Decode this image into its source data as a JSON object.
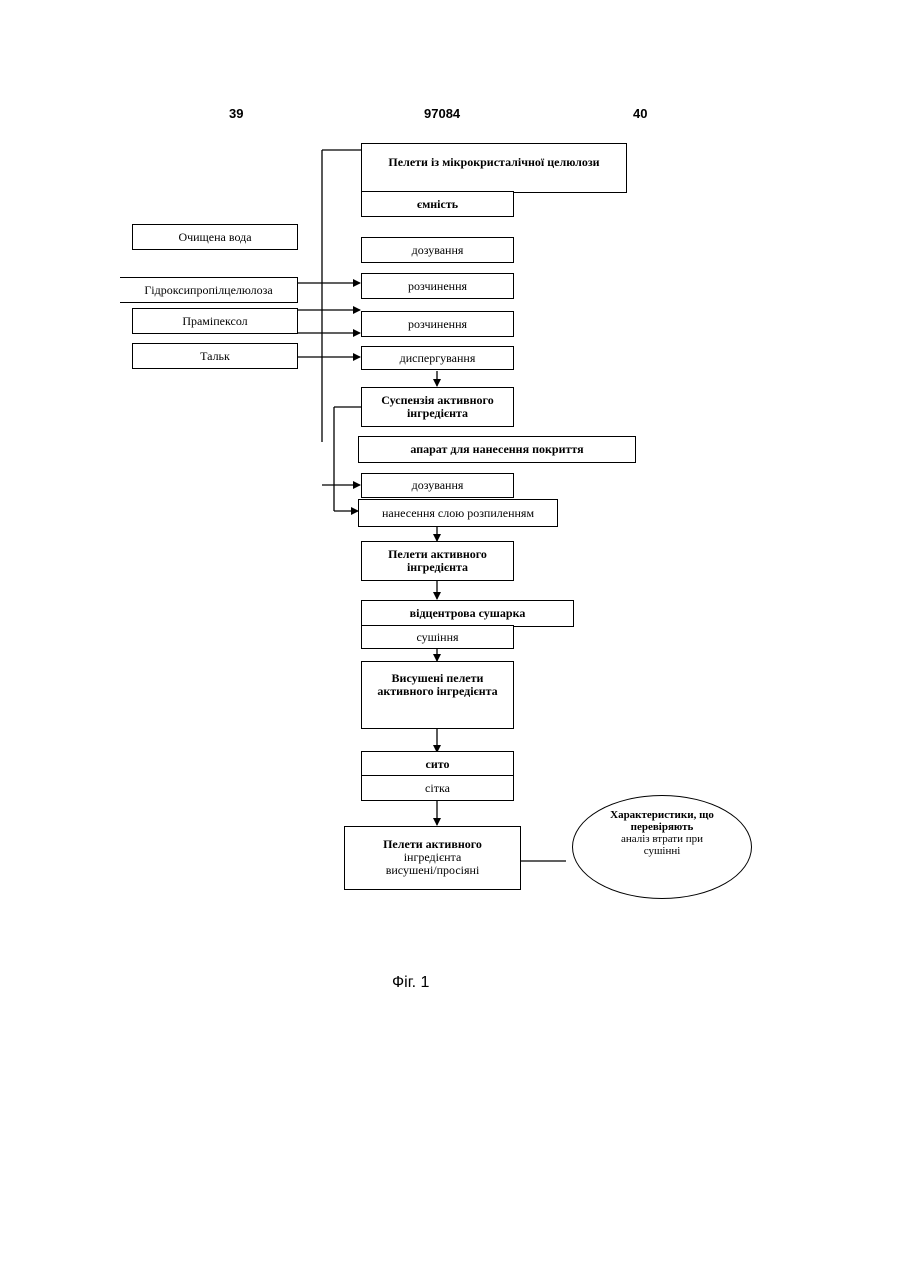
{
  "header": {
    "page_left": "39",
    "patent_no": "97084",
    "page_right": "40"
  },
  "boxes": {
    "mcc_pellets": "Пелети із мікрокристалічної целюлози",
    "container": "ємність",
    "purified_water": "Очищена вода",
    "dosing1": "дозування",
    "hpc": "Гідроксипропілцелюлоза",
    "dissolving1": "розчинення",
    "pramipexole": "Праміпексол",
    "dissolving2": "розчинення",
    "talc": "Тальк",
    "dispersing": "диспергування",
    "suspension_l1": "Суспензія активного",
    "suspension_l2": "інгредієнта",
    "coating_apparatus": "апарат для нанесення покриття",
    "dosing2": "дозування",
    "spray_layering": "нанесення слою розпиленням",
    "ai_pellets_l1": "Пелети активного",
    "ai_pellets_l2": "інгредієнта",
    "centrifugal_dryer": "відцентрова сушарка",
    "drying": "сушіння",
    "dried_pellets_l1": "Висушені пелети",
    "dried_pellets_l2": "активного інгредієнта",
    "sieve": "сито",
    "mesh": "сітка",
    "final_l1": "Пелети активного",
    "final_l2": "інгредієнта",
    "final_l3": "висушені/просіяні"
  },
  "ellipse": {
    "l1": "Характеристики, що",
    "l2": "перевіряють",
    "l3": "аналіз втрати при",
    "l4": "сушінні"
  },
  "caption": "Фіг. 1"
}
